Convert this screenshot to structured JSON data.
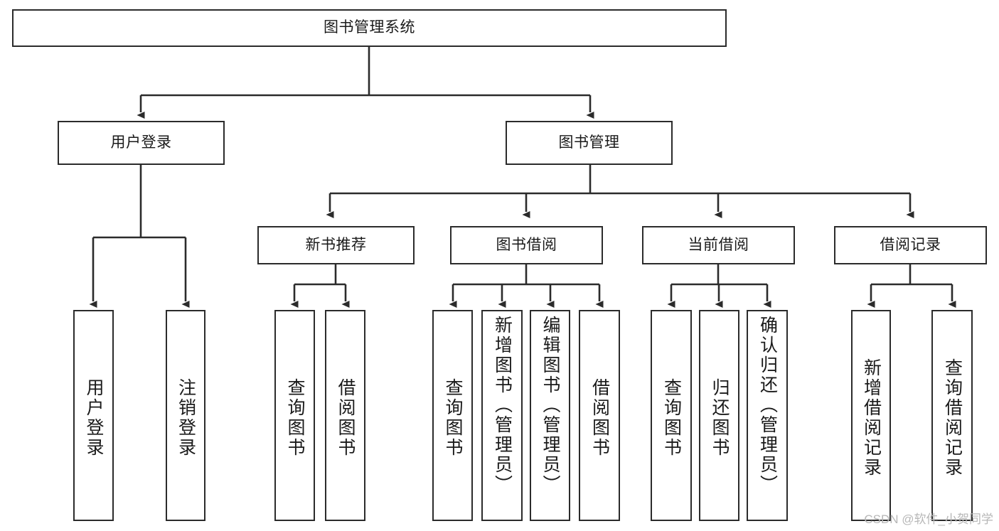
{
  "diagram": {
    "type": "tree-hierarchy",
    "title": "图书管理系统",
    "watermark": "CSDN @软件_小贺同学",
    "colors": {
      "box_border": "#2b2b2b",
      "box_fill": "#ffffff",
      "connector": "#2b2b2b",
      "text": "#1a1a1a",
      "watermark": "#b7b7b7"
    },
    "nodes": {
      "root": {
        "label": "图书管理系统"
      },
      "level2": [
        {
          "id": "user-login",
          "label": "用户登录"
        },
        {
          "id": "book-manage",
          "label": "图书管理"
        }
      ],
      "level3": [
        {
          "id": "new-book-recommend",
          "label": "新书推荐"
        },
        {
          "id": "book-borrow",
          "label": "图书借阅"
        },
        {
          "id": "current-borrow",
          "label": "当前借阅"
        },
        {
          "id": "borrow-record",
          "label": "借阅记录"
        }
      ],
      "leaves": {
        "user-login": [
          {
            "id": "leaf-user-login",
            "label": "用户登录"
          },
          {
            "id": "leaf-logout",
            "label": "注销登录"
          }
        ],
        "new-book-recommend": [
          {
            "id": "leaf-query-book-1",
            "label": "查询图书"
          },
          {
            "id": "leaf-borrow-book-1",
            "label": "借阅图书"
          }
        ],
        "book-borrow": [
          {
            "id": "leaf-query-book-2",
            "label": "查询图书"
          },
          {
            "id": "leaf-add-book",
            "label": "新增图书（管理员）"
          },
          {
            "id": "leaf-edit-book",
            "label": "编辑图书（管理员）"
          },
          {
            "id": "leaf-borrow-book-2",
            "label": "借阅图书"
          }
        ],
        "current-borrow": [
          {
            "id": "leaf-query-book-3",
            "label": "查询图书"
          },
          {
            "id": "leaf-return-book",
            "label": "归还图书"
          },
          {
            "id": "leaf-confirm-return",
            "label": "确认归还（管理员）"
          }
        ],
        "borrow-record": [
          {
            "id": "leaf-add-record",
            "label": "新增借阅记录"
          },
          {
            "id": "leaf-query-record",
            "label": "查询借阅记录"
          }
        ]
      }
    }
  }
}
